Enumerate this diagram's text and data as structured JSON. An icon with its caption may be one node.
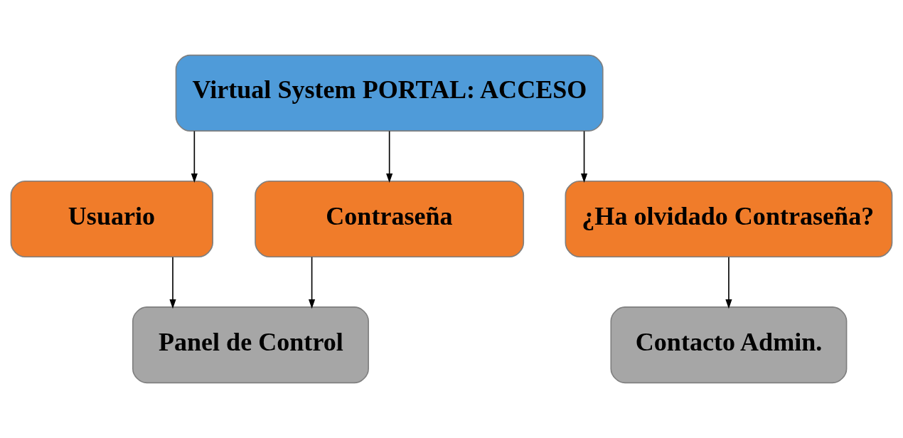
{
  "diagram": {
    "nodes": [
      {
        "text": [
          "Virtual System PORTAL: ACCESO"
        ]
      },
      {
        "text": [
          "Usuario"
        ]
      },
      {
        "text": [
          "Contraseña"
        ]
      },
      {
        "text": [
          "¿Ha olvidado Contraseña?"
        ]
      },
      {
        "text": [
          "Panel de Control"
        ]
      },
      {
        "text": [
          "Contacto Admin."
        ]
      }
    ],
    "edges": [
      {
        "from": 0,
        "to": 1,
        "arrow": "to"
      },
      {
        "from": 0,
        "to": 2,
        "arrow": "to"
      },
      {
        "from": 0,
        "to": 3,
        "arrow": "to"
      },
      {
        "from": 1,
        "to": 4,
        "arrow": "to"
      },
      {
        "from": 2,
        "to": 4,
        "arrow": "to"
      },
      {
        "from": 3,
        "to": 5,
        "arrow": "to"
      }
    ]
  }
}
